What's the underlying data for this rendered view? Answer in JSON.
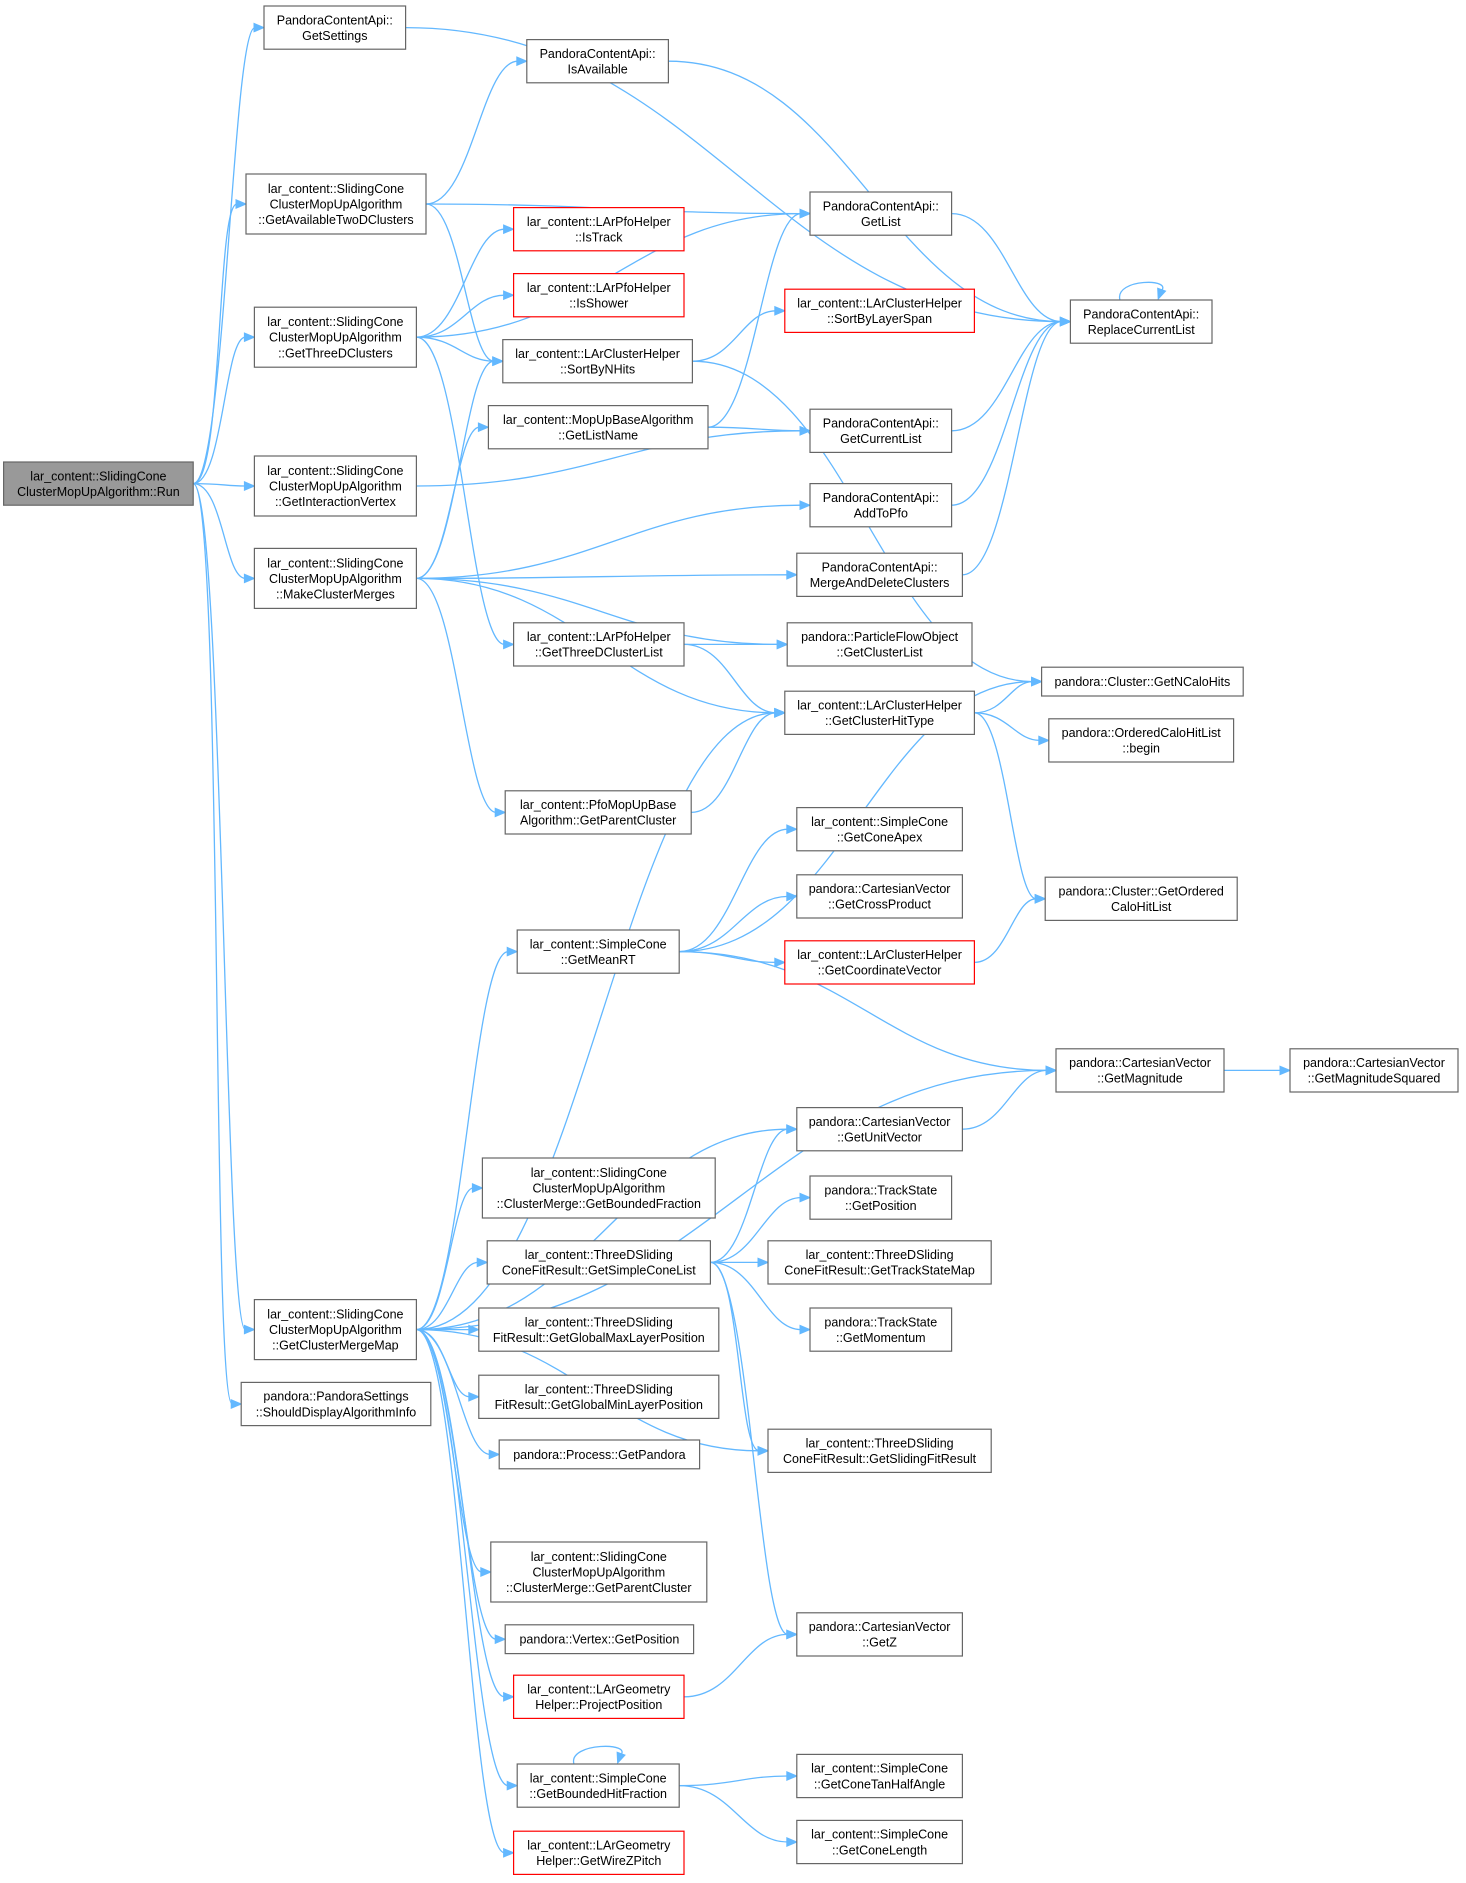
{
  "colors": {
    "edge": "#63b8ff",
    "node_border": "#666666",
    "highlight_border": "#ff0000",
    "root_fill": "#999999",
    "background": "#ffffff"
  },
  "nodes": {
    "run": {
      "lines": [
        "lar_content::SlidingCone",
        "ClusterMopUpAlgorithm::Run"
      ],
      "style": "root"
    },
    "getSettings": {
      "lines": [
        "PandoraContentApi::",
        "GetSettings"
      ]
    },
    "isAvailable": {
      "lines": [
        "PandoraContentApi::",
        "IsAvailable"
      ]
    },
    "getAvailableTwoD": {
      "lines": [
        "lar_content::SlidingCone",
        "ClusterMopUpAlgorithm",
        "::GetAvailableTwoDClusters"
      ]
    },
    "isTrack": {
      "lines": [
        "lar_content::LArPfoHelper",
        "::IsTrack"
      ],
      "style": "red"
    },
    "getList": {
      "lines": [
        "PandoraContentApi::",
        "GetList"
      ]
    },
    "isShower": {
      "lines": [
        "lar_content::LArPfoHelper",
        "::IsShower"
      ],
      "style": "red"
    },
    "replaceCurrentList": {
      "lines": [
        "PandoraContentApi::",
        "ReplaceCurrentList"
      ]
    },
    "getThreeDClusters": {
      "lines": [
        "lar_content::SlidingCone",
        "ClusterMopUpAlgorithm",
        "::GetThreeDClusters"
      ]
    },
    "sortByLayerSpan": {
      "lines": [
        "lar_content::LArClusterHelper",
        "::SortByLayerSpan"
      ],
      "style": "red"
    },
    "sortByNHits": {
      "lines": [
        "lar_content::LArClusterHelper",
        "::SortByNHits"
      ]
    },
    "getListName": {
      "lines": [
        "lar_content::MopUpBaseAlgorithm",
        "::GetListName"
      ]
    },
    "getCurrentList": {
      "lines": [
        "PandoraContentApi::",
        "GetCurrentList"
      ]
    },
    "getInteractionVertex": {
      "lines": [
        "lar_content::SlidingCone",
        "ClusterMopUpAlgorithm",
        "::GetInteractionVertex"
      ]
    },
    "addToPfo": {
      "lines": [
        "PandoraContentApi::",
        "AddToPfo"
      ]
    },
    "makeClusterMerges": {
      "lines": [
        "lar_content::SlidingCone",
        "ClusterMopUpAlgorithm",
        "::MakeClusterMerges"
      ]
    },
    "mergeAndDelete": {
      "lines": [
        "PandoraContentApi::",
        "MergeAndDeleteClusters"
      ]
    },
    "getThreeDClusterList": {
      "lines": [
        "lar_content::LArPfoHelper",
        "::GetThreeDClusterList"
      ]
    },
    "pfoGetClusterList": {
      "lines": [
        "pandora::ParticleFlowObject",
        "::GetClusterList"
      ]
    },
    "getNCaloHits": {
      "lines": [
        "pandora::Cluster::GetNCaloHits"
      ]
    },
    "getClusterHitType": {
      "lines": [
        "lar_content::LArClusterHelper",
        "::GetClusterHitType"
      ]
    },
    "orderedBegin": {
      "lines": [
        "pandora::OrderedCaloHitList",
        "::begin"
      ]
    },
    "getParentClusterPfo": {
      "lines": [
        "lar_content::PfoMopUpBase",
        "Algorithm::GetParentCluster"
      ]
    },
    "getConeApex": {
      "lines": [
        "lar_content::SimpleCone",
        "::GetConeApex"
      ]
    },
    "getCrossProduct": {
      "lines": [
        "pandora::CartesianVector",
        "::GetCrossProduct"
      ]
    },
    "getOrderedCaloHitList": {
      "lines": [
        "pandora::Cluster::GetOrdered",
        "CaloHitList"
      ]
    },
    "getMeanRT": {
      "lines": [
        "lar_content::SimpleCone",
        "::GetMeanRT"
      ]
    },
    "getCoordinateVector": {
      "lines": [
        "lar_content::LArClusterHelper",
        "::GetCoordinateVector"
      ],
      "style": "red"
    },
    "getMagnitude": {
      "lines": [
        "pandora::CartesianVector",
        "::GetMagnitude"
      ]
    },
    "getMagnitudeSquared": {
      "lines": [
        "pandora::CartesianVector",
        "::GetMagnitudeSquared"
      ]
    },
    "getUnitVector": {
      "lines": [
        "pandora::CartesianVector",
        "::GetUnitVector"
      ]
    },
    "getBoundedFraction": {
      "lines": [
        "lar_content::SlidingCone",
        "ClusterMopUpAlgorithm",
        "::ClusterMerge::GetBoundedFraction"
      ]
    },
    "trackStateGetPosition": {
      "lines": [
        "pandora::TrackState",
        "::GetPosition"
      ]
    },
    "getSimpleConeList": {
      "lines": [
        "lar_content::ThreeDSliding",
        "ConeFitResult::GetSimpleConeList"
      ]
    },
    "getTrackStateMap": {
      "lines": [
        "lar_content::ThreeDSliding",
        "ConeFitResult::GetTrackStateMap"
      ]
    },
    "getClusterMergeMap": {
      "lines": [
        "lar_content::SlidingCone",
        "ClusterMopUpAlgorithm",
        "::GetClusterMergeMap"
      ]
    },
    "getGlobalMaxLayer": {
      "lines": [
        "lar_content::ThreeDSliding",
        "FitResult::GetGlobalMaxLayerPosition"
      ]
    },
    "getMomentum": {
      "lines": [
        "pandora::TrackState",
        "::GetMomentum"
      ]
    },
    "shouldDisplay": {
      "lines": [
        "pandora::PandoraSettings",
        "::ShouldDisplayAlgorithmInfo"
      ]
    },
    "getGlobalMinLayer": {
      "lines": [
        "lar_content::ThreeDSliding",
        "FitResult::GetGlobalMinLayerPosition"
      ]
    },
    "getPandora": {
      "lines": [
        "pandora::Process::GetPandora"
      ]
    },
    "getSlidingFitResult": {
      "lines": [
        "lar_content::ThreeDSliding",
        "ConeFitResult::GetSlidingFitResult"
      ]
    },
    "mergeGetParentCluster": {
      "lines": [
        "lar_content::SlidingCone",
        "ClusterMopUpAlgorithm",
        "::ClusterMerge::GetParentCluster"
      ]
    },
    "vertexGetPosition": {
      "lines": [
        "pandora::Vertex::GetPosition"
      ]
    },
    "getZ": {
      "lines": [
        "pandora::CartesianVector",
        "::GetZ"
      ]
    },
    "projectPosition": {
      "lines": [
        "lar_content::LArGeometry",
        "Helper::ProjectPosition"
      ],
      "style": "red"
    },
    "getBoundedHitFraction": {
      "lines": [
        "lar_content::SimpleCone",
        "::GetBoundedHitFraction"
      ]
    },
    "getConeTanHalfAngle": {
      "lines": [
        "lar_content::SimpleCone",
        "::GetConeTanHalfAngle"
      ]
    },
    "getConeLength": {
      "lines": [
        "lar_content::SimpleCone",
        "::GetConeLength"
      ]
    },
    "getWireZPitch": {
      "lines": [
        "lar_content::LArGeometry",
        "Helper::GetWireZPitch"
      ],
      "style": "red"
    }
  }
}
